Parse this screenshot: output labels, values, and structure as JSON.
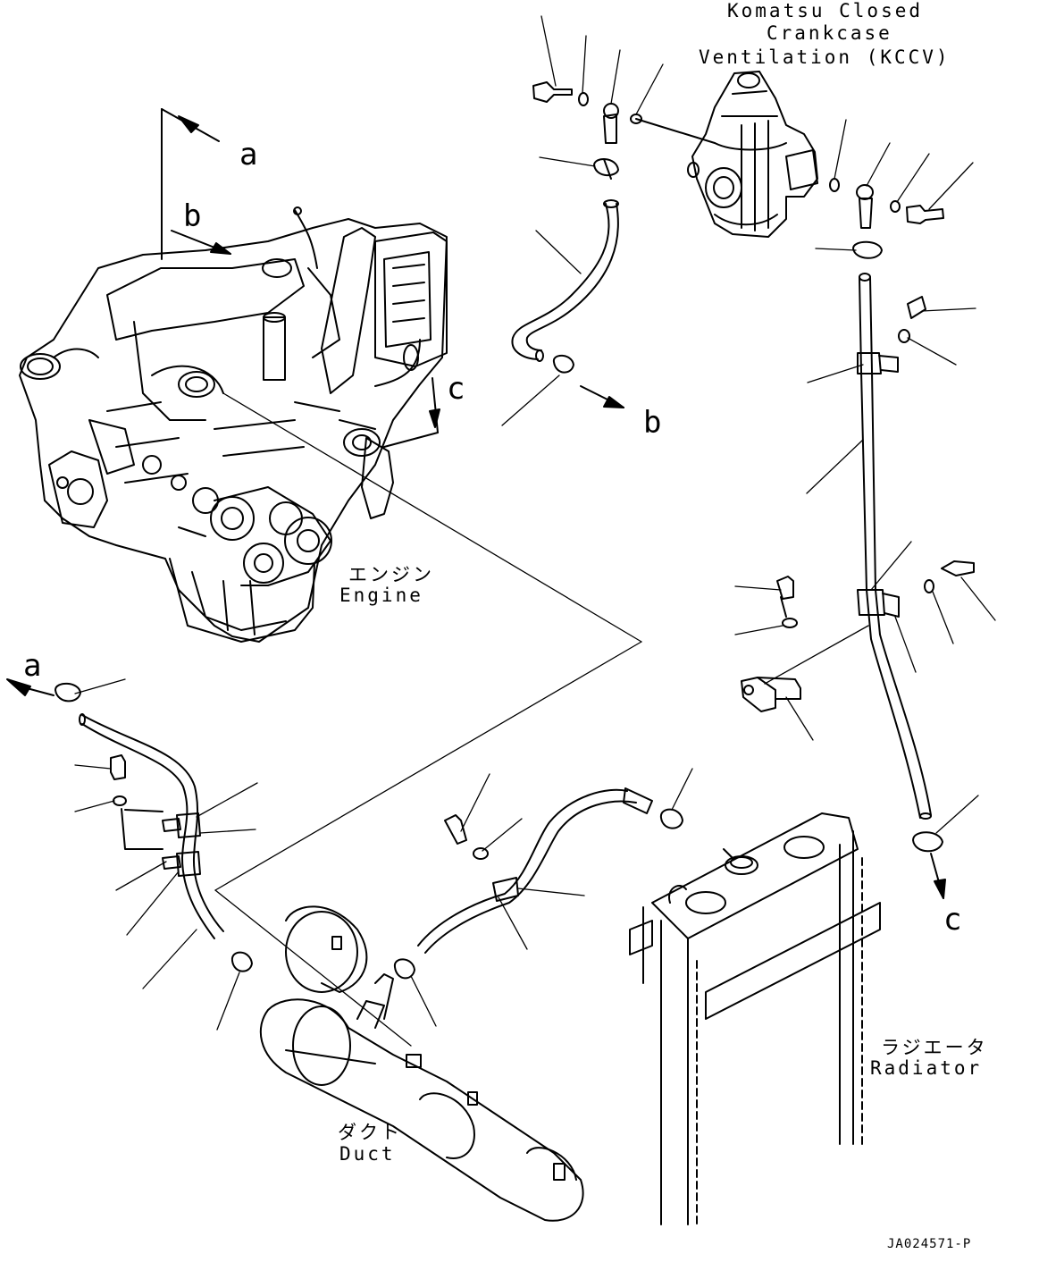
{
  "diagram": {
    "kccv_label": [
      "Komatsu Closed",
      "Crankcase",
      "Ventilation (KCCV)"
    ],
    "engine_label": {
      "jp": "エンジン",
      "en": "Engine"
    },
    "radiator_label": {
      "jp": "ラジエータ",
      "en": "Radiator"
    },
    "duct_label": {
      "jp": "ダクト",
      "en": "Duct"
    },
    "view_markers": {
      "a": "a",
      "b": "b",
      "c": "c"
    },
    "drawing_code": "JA024571-P"
  }
}
